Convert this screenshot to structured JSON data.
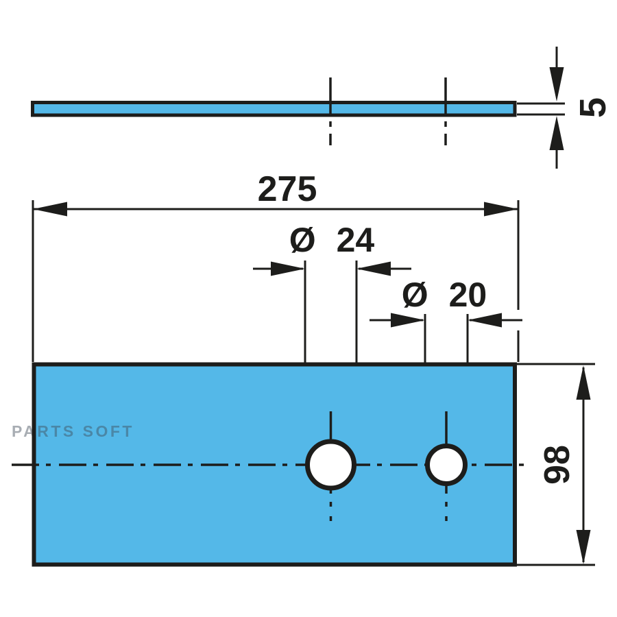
{
  "watermark": {
    "text": "PARTS SOFT"
  },
  "colors": {
    "plate_fill": "#54b8e8",
    "line": "#1d1d1b",
    "watermark": "#3f4c59",
    "background": "#ffffff"
  },
  "views": {
    "side_view": {
      "description_label": "",
      "thickness": {
        "value": "5"
      }
    },
    "front_view": {
      "width": {
        "value": "275"
      },
      "height": {
        "value": "98"
      },
      "hole_large": {
        "value": "Ø 24"
      },
      "hole_small": {
        "value": "Ø 20"
      }
    }
  }
}
